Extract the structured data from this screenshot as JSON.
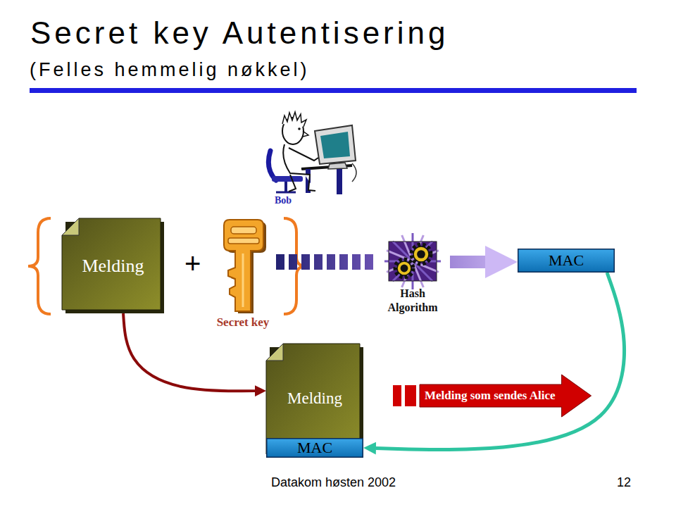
{
  "diagram": {
    "title": "Secret key Autentisering",
    "nodes": [
      {
        "text": [
          "Melding"
        ]
      },
      {
        "text": [
          "Secret key"
        ]
      },
      {
        "text": [
          "Hash Algorithm"
        ]
      },
      {
        "text": [
          "MAC"
        ]
      },
      {
        "text": [
          "Melding"
        ]
      },
      {
        "text": [
          "MAC"
        ],
        "in": 4
      },
      {
        "text": [
          "Melding som sendes Alice"
        ]
      }
    ],
    "edges": [
      {
        "from": 0,
        "to": 4,
        "arrow": "to"
      },
      {
        "from": 1,
        "to": 2,
        "arrow": "none"
      },
      {
        "from": 2,
        "to": 3,
        "arrow": "to"
      },
      {
        "from": 3,
        "to": 5,
        "arrow": "to"
      }
    ],
    "labels": [
      "(Felles hemmelig nøkkel)",
      "Bob",
      "+",
      "Datakom høsten 2002",
      "12"
    ]
  }
}
